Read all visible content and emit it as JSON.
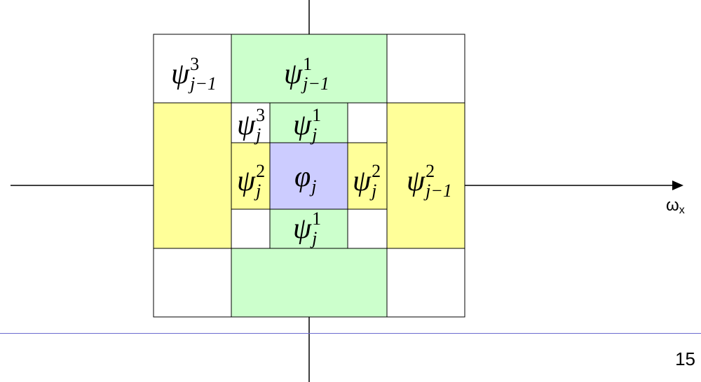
{
  "colors": {
    "green": "#ccffcc",
    "yellow": "#ffff99",
    "blue": "#ccccff",
    "white": "#ffffff",
    "line": "#000000",
    "footer_line": "#6a6ad0"
  },
  "labels": {
    "psi3_jm1": {
      "base": "ψ",
      "sup": "3",
      "sub": "j−1"
    },
    "psi1_jm1": {
      "base": "ψ",
      "sup": "1",
      "sub": "j−1"
    },
    "psi3_j": {
      "base": "ψ",
      "sup": "3",
      "sub": "j"
    },
    "psi1_j_top": {
      "base": "ψ",
      "sup": "1",
      "sub": "j"
    },
    "psi2_j_left": {
      "base": "ψ",
      "sup": "2",
      "sub": "j"
    },
    "phi_j": {
      "base": "φ",
      "sup": "",
      "sub": "j"
    },
    "psi2_j_right": {
      "base": "ψ",
      "sup": "2",
      "sub": "j"
    },
    "psi2_jm1": {
      "base": "ψ",
      "sup": "2",
      "sub": "j−1"
    },
    "psi1_j_bottom": {
      "base": "ψ",
      "sup": "1",
      "sub": "j"
    }
  },
  "axis": {
    "x_label": "ω",
    "x_sub": "x"
  },
  "page_number": "15"
}
